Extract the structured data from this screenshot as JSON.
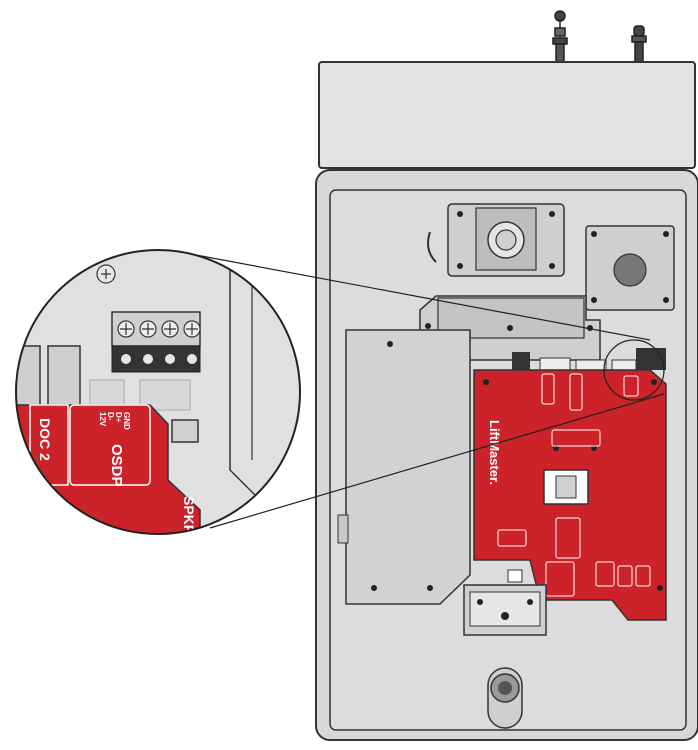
{
  "colors": {
    "board_red": "#cc2229",
    "enclosure_gray": "#d9d9d9",
    "outline": "#333333",
    "background": "#ffffff"
  },
  "zoom_callout": {
    "connector_labels": {
      "doc": "DOC 2",
      "osdp": "OSDP",
      "spkr": "SPKR",
      "pins": [
        "GND",
        "D+",
        "D-",
        "12V"
      ]
    }
  },
  "board": {
    "brand": "LiftMaster."
  }
}
